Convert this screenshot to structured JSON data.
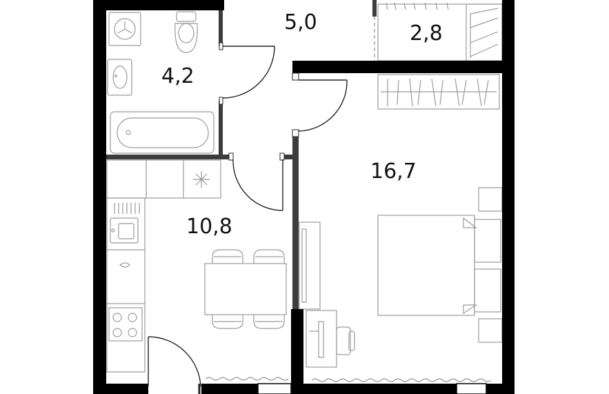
{
  "floor_plan": {
    "colors": {
      "wall": "#000000",
      "partition": "#3c3c3c",
      "fixture": "#9a9a9a",
      "background": "#ffffff"
    },
    "rooms": [
      {
        "id": "bathroom",
        "area": "4,2"
      },
      {
        "id": "hallway",
        "area": "5,0"
      },
      {
        "id": "wardrobe",
        "area": "2,8"
      },
      {
        "id": "kitchen",
        "area": "10,8"
      },
      {
        "id": "bedroom",
        "area": "16,7"
      }
    ]
  }
}
